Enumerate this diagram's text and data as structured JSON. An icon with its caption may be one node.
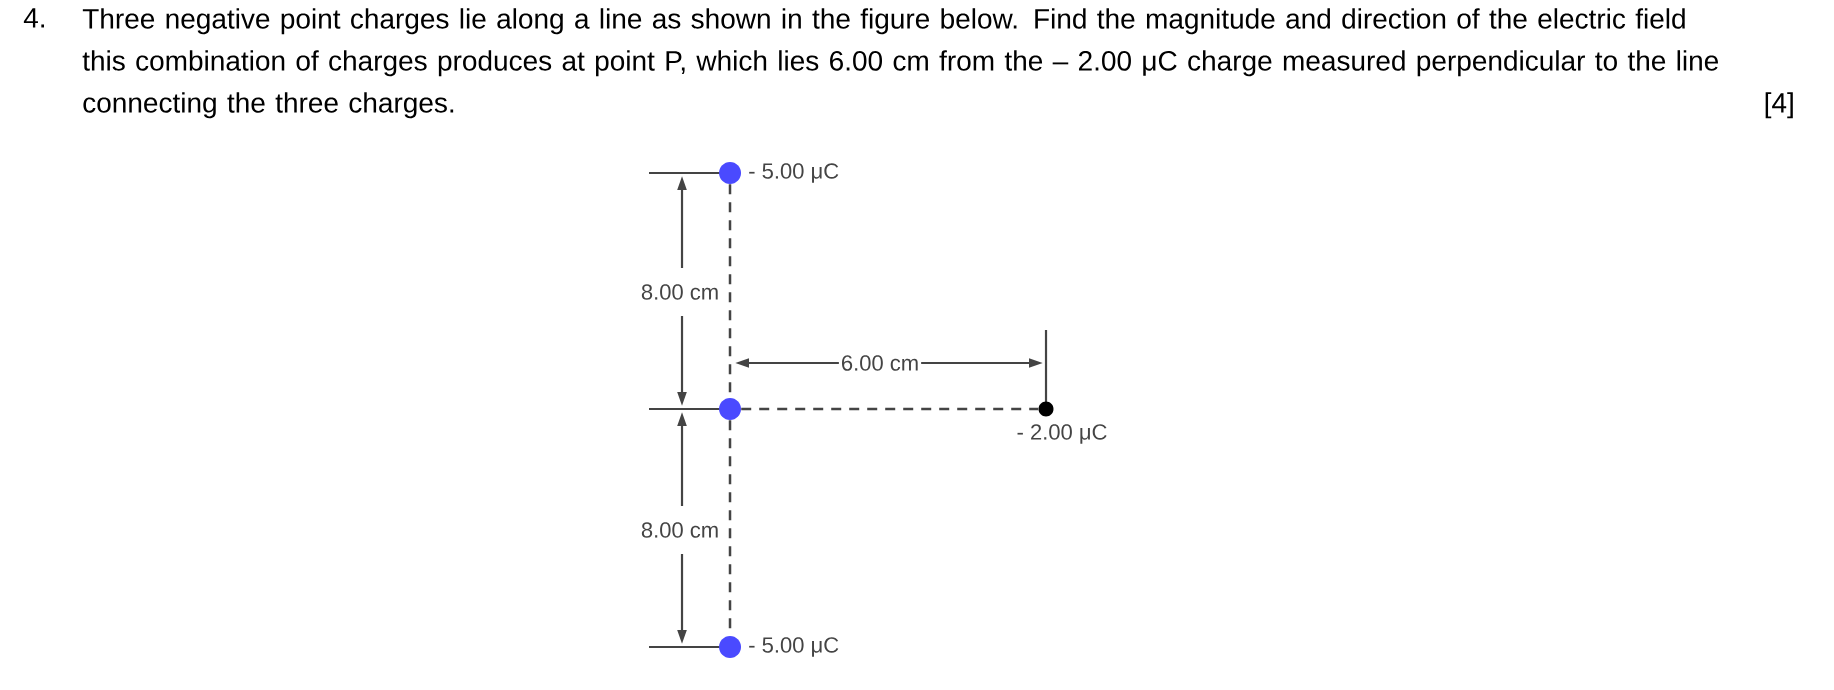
{
  "diagram": {
    "nodes": [
      {
        "text": [],
        "shape": "circle",
        "beside": [
          "- 5.00 μC"
        ]
      },
      {
        "text": [],
        "shape": "circle"
      },
      {
        "text": [],
        "shape": "circle",
        "beside": [
          "- 5.00 μC"
        ]
      },
      {
        "text": [],
        "shape": "circle",
        "beside": [
          "- 2.00 μC"
        ]
      }
    ],
    "edges": [
      {
        "from": 0,
        "to": 1,
        "arrow": "none",
        "style": "dashed"
      },
      {
        "from": 1,
        "to": 2,
        "arrow": "none",
        "style": "dashed"
      },
      {
        "from": 1,
        "to": 3,
        "arrow": "none",
        "style": "dashed"
      }
    ],
    "labels": [
      "4.",
      "Three negative point charges lie along a line as shown in the figure below. Find the magnitude and direction of the electric field this combination of charges produces at point P, which lies 6.00 cm from the – 2.00 μC charge measured perpendicular to the line connecting the three charges.",
      "[4]",
      "8.00 cm",
      "6.00 cm",
      "8.00 cm"
    ]
  }
}
